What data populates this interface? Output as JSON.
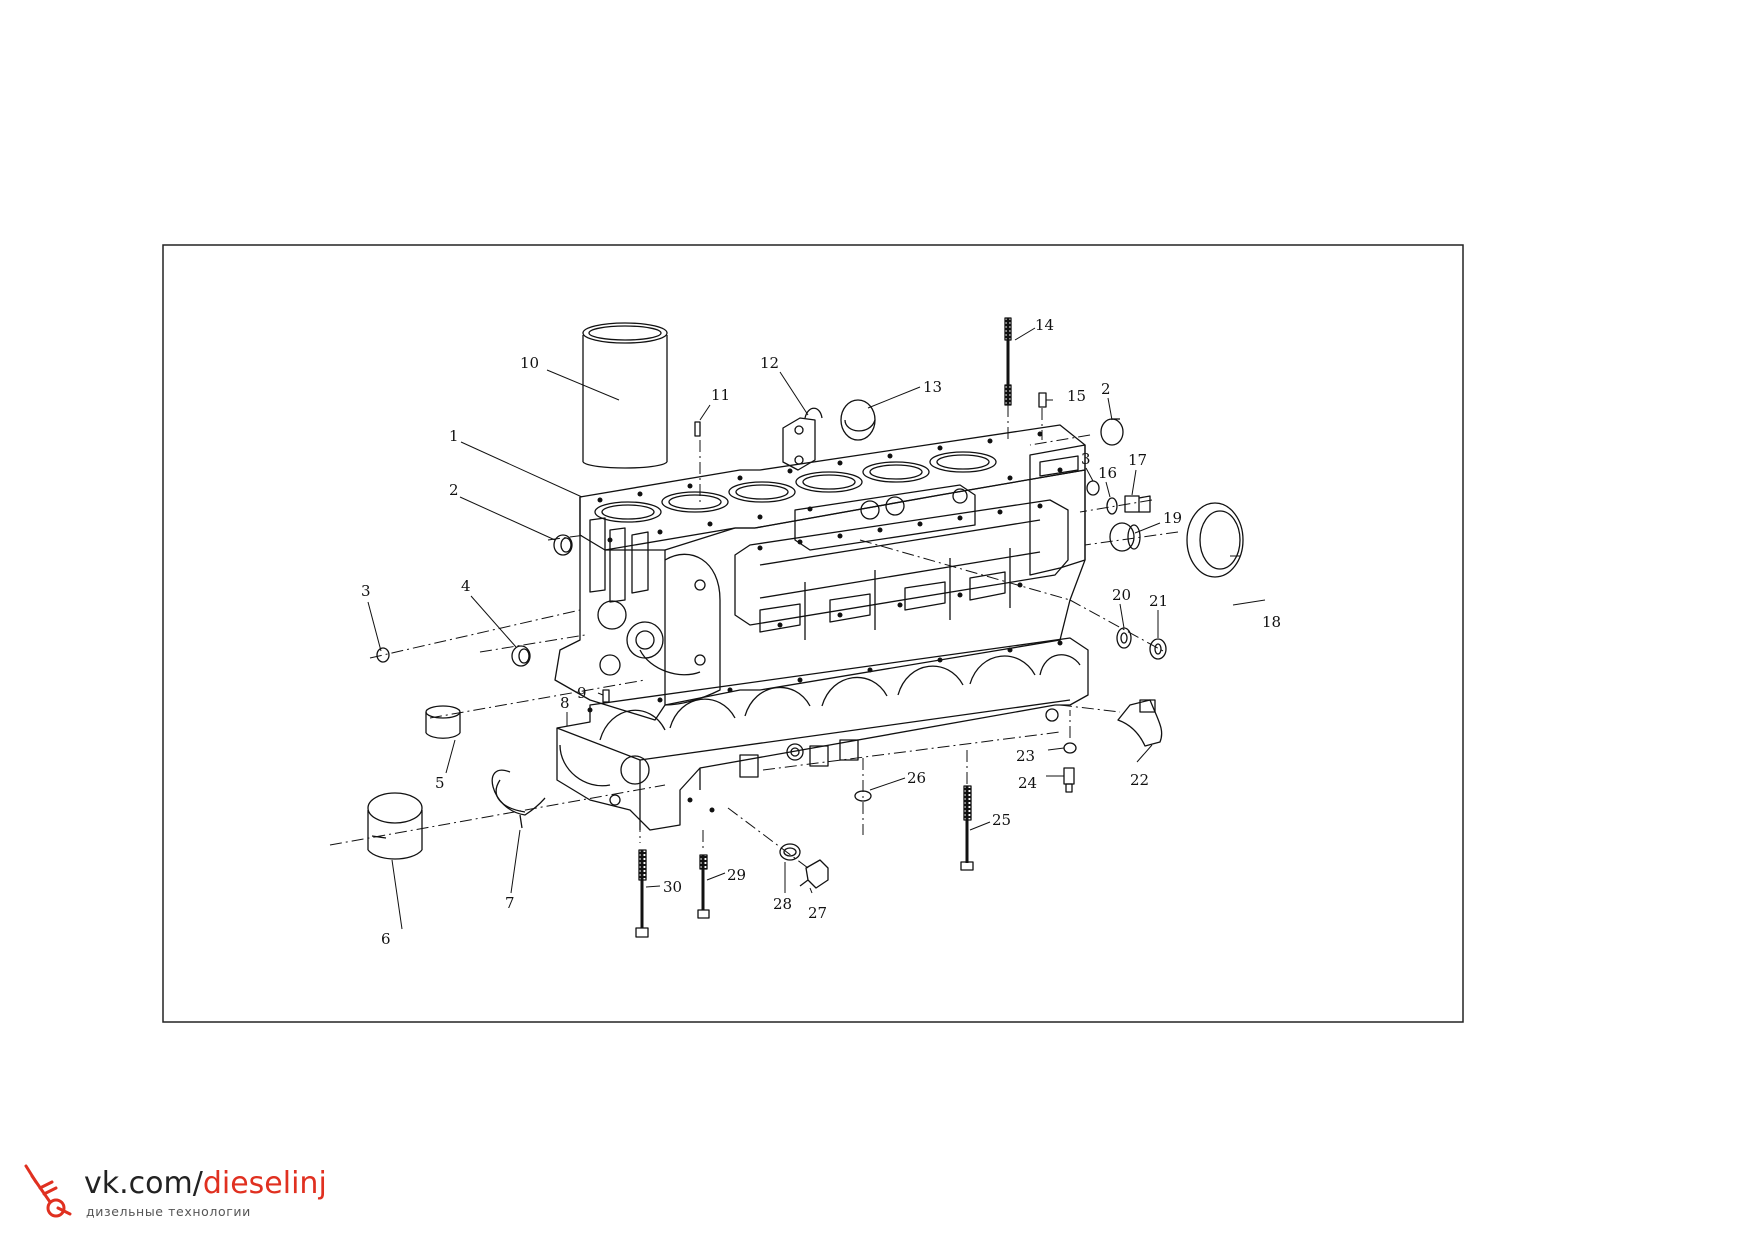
{
  "callouts": [
    "1",
    "2",
    "2",
    "3",
    "3",
    "4",
    "5",
    "6",
    "7",
    "8",
    "9",
    "10",
    "11",
    "12",
    "13",
    "14",
    "15",
    "16",
    "17",
    "18",
    "19",
    "20",
    "21",
    "22",
    "23",
    "24",
    "25",
    "26",
    "27",
    "28",
    "29",
    "30"
  ],
  "watermark": {
    "prefix": "vk.com/",
    "brand": "dieselinj",
    "subtitle": "дизельные технологии",
    "brand_color": "#e03020"
  },
  "colors": {
    "line": "#111111",
    "background": "#ffffff"
  }
}
